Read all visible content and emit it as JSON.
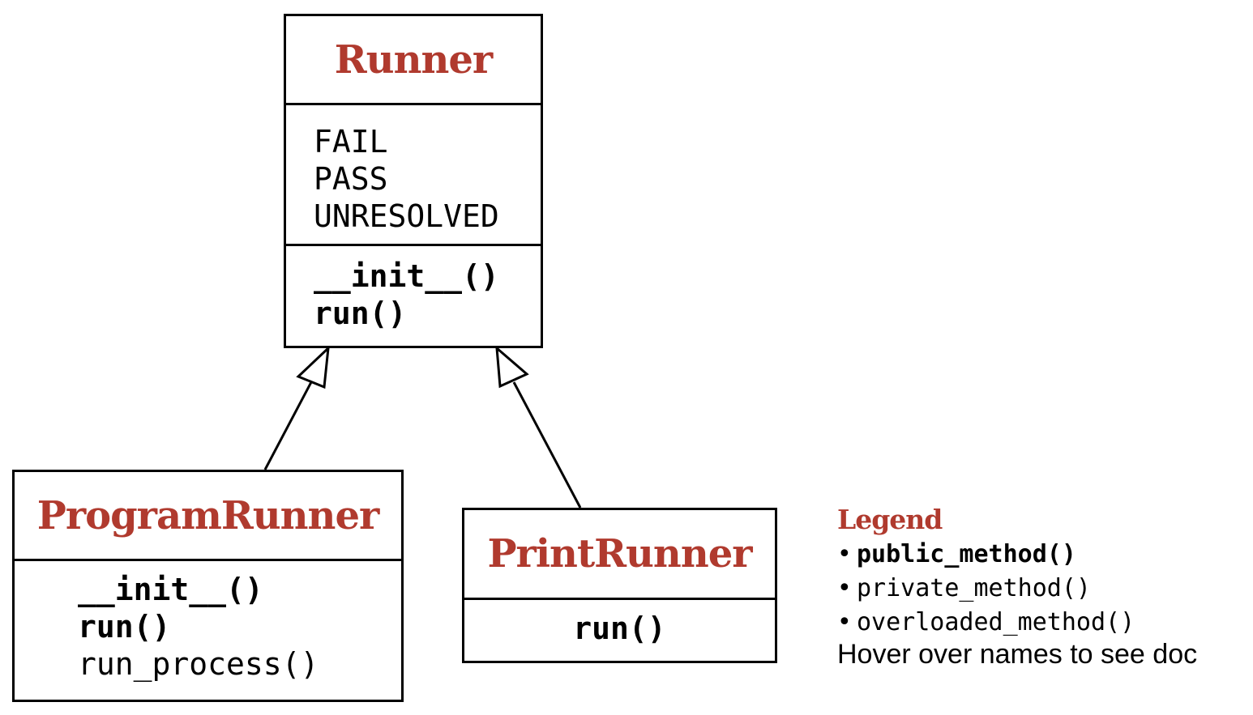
{
  "classes": {
    "runner": {
      "name": "Runner",
      "attributes": [
        "FAIL",
        "PASS",
        "UNRESOLVED"
      ],
      "methods": [
        "__init__()",
        "run()"
      ]
    },
    "program_runner": {
      "name": "ProgramRunner",
      "methods": [
        "__init__()",
        "run()",
        "run_process()"
      ]
    },
    "print_runner": {
      "name": "PrintRunner",
      "methods": [
        "run()"
      ]
    }
  },
  "inheritance": [
    {
      "child": "ProgramRunner",
      "parent": "Runner"
    },
    {
      "child": "PrintRunner",
      "parent": "Runner"
    }
  ],
  "legend": {
    "title": "Legend",
    "bullet": "•",
    "items": [
      "public_method()",
      "private_method()",
      "overloaded_method()"
    ],
    "note": "Hover over names to see doc"
  },
  "colors": {
    "class_name": "#b03a2e",
    "border": "#000000"
  }
}
